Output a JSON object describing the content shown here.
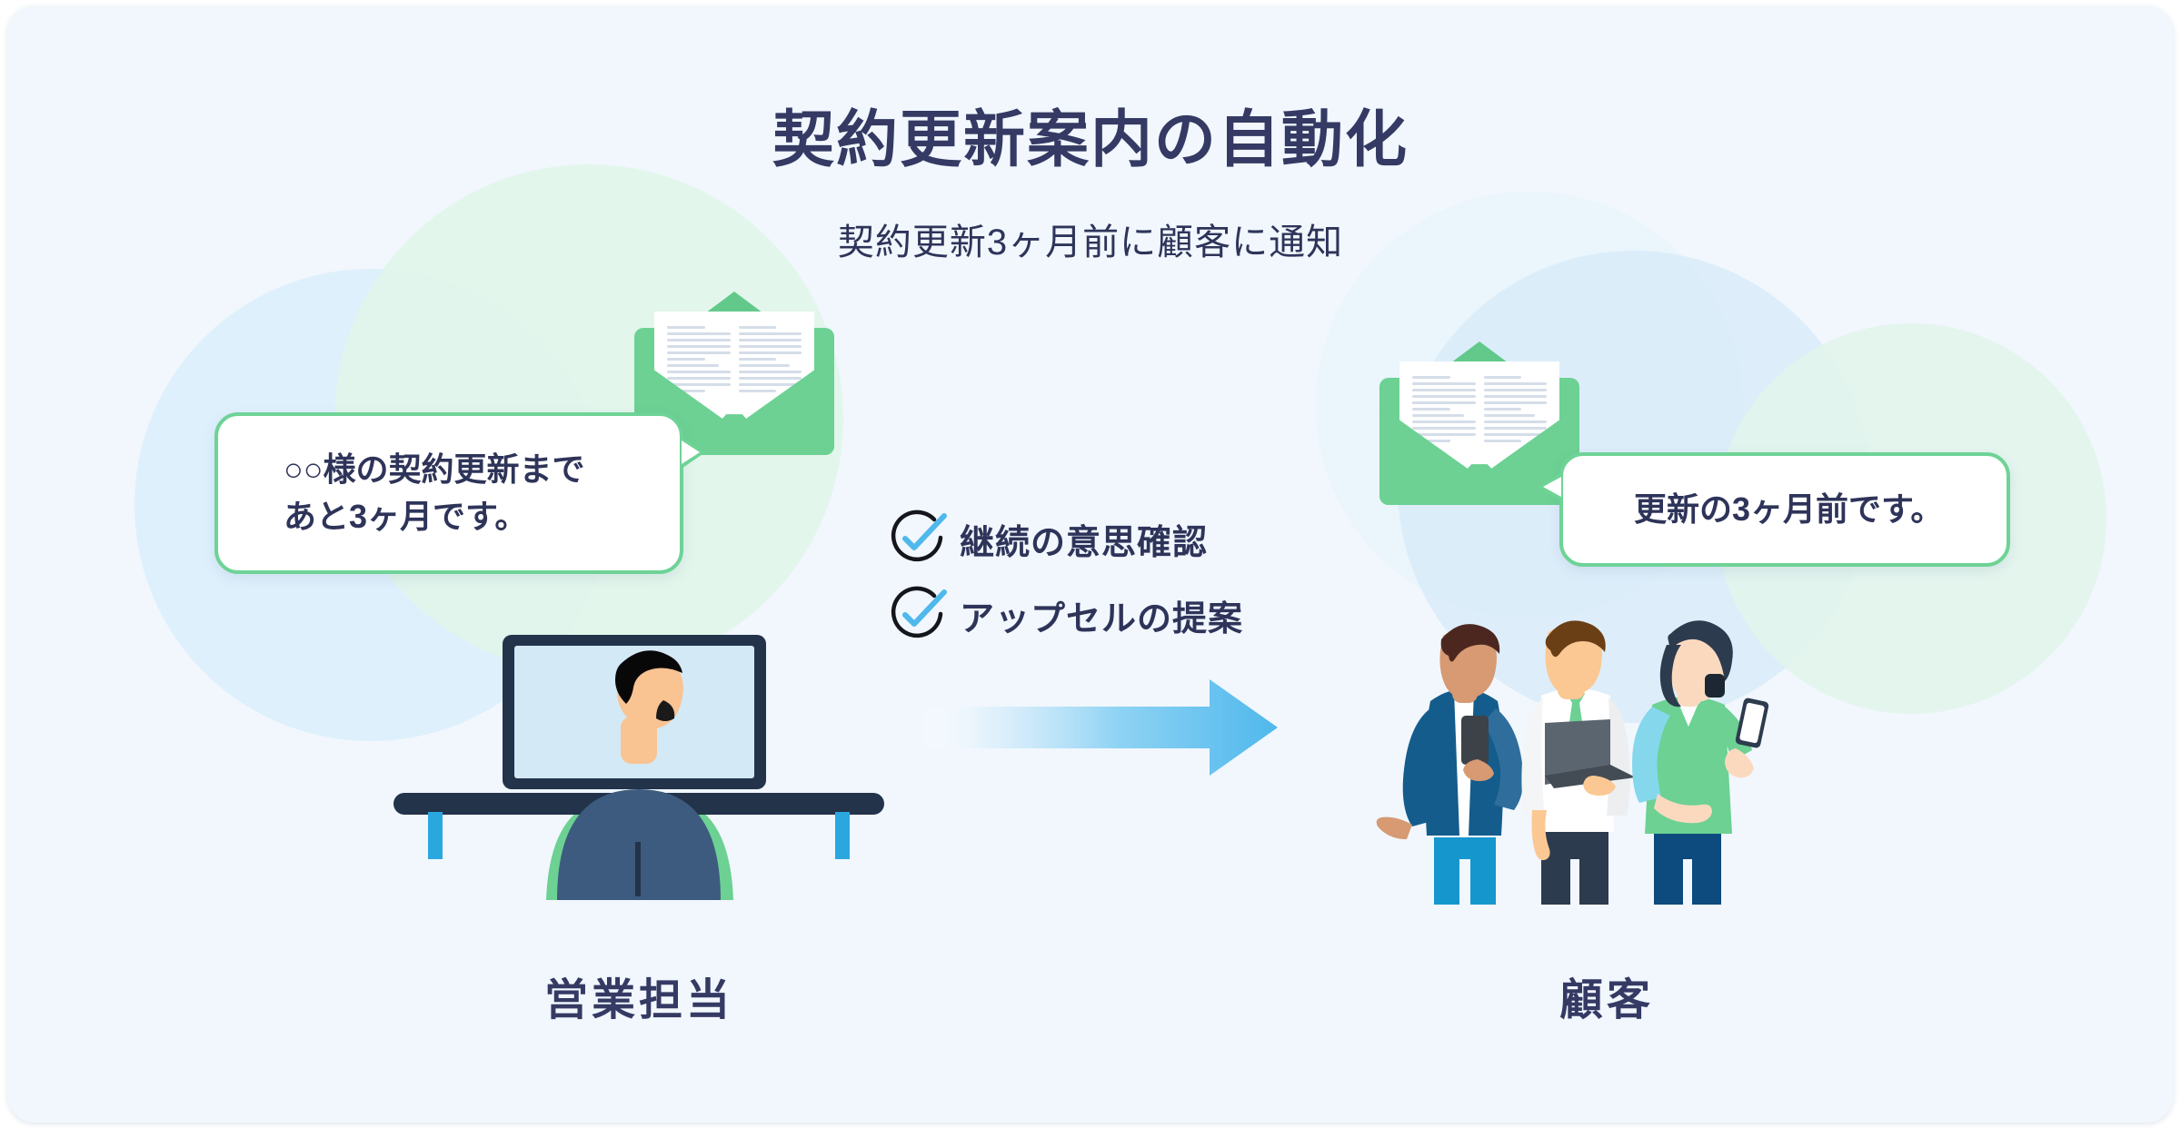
{
  "header": {
    "title": "契約更新案内の自動化",
    "subtitle": "契約更新3ヶ月前に顧客に通知"
  },
  "bubbles": {
    "sales_side": "○○様の契約更新まであと3ヶ月です。",
    "sales_side_line1": "○○様の契約更新まで",
    "sales_side_line2": "あと3ヶ月です。",
    "customer_side": "更新の3ヶ月前です。"
  },
  "checklist": {
    "items": [
      {
        "label": "継続の意思確認",
        "icon": "circle-check-icon"
      },
      {
        "label": "アップセルの提案",
        "icon": "circle-check-icon"
      }
    ]
  },
  "flow": {
    "arrow_icon": "right-arrow-icon",
    "direction": "left-to-right"
  },
  "roles": {
    "left_label": "営業担当",
    "right_label": "顧客"
  },
  "illustrations": {
    "left_scene": "sales-rep-at-desk-illustration",
    "right_scene": "three-customers-illustration",
    "left_envelope": "open-envelope-with-letter-icon",
    "right_envelope": "open-envelope-with-letter-icon"
  },
  "colors": {
    "background": "#f1f7fd",
    "title_navy": "#343a63",
    "accent_green": "#6ed396",
    "accent_blue": "#4fb8ec",
    "bubble_border": "#6ed396",
    "desk_navy": "#22334a",
    "chair_slate": "#3d5b7e"
  }
}
